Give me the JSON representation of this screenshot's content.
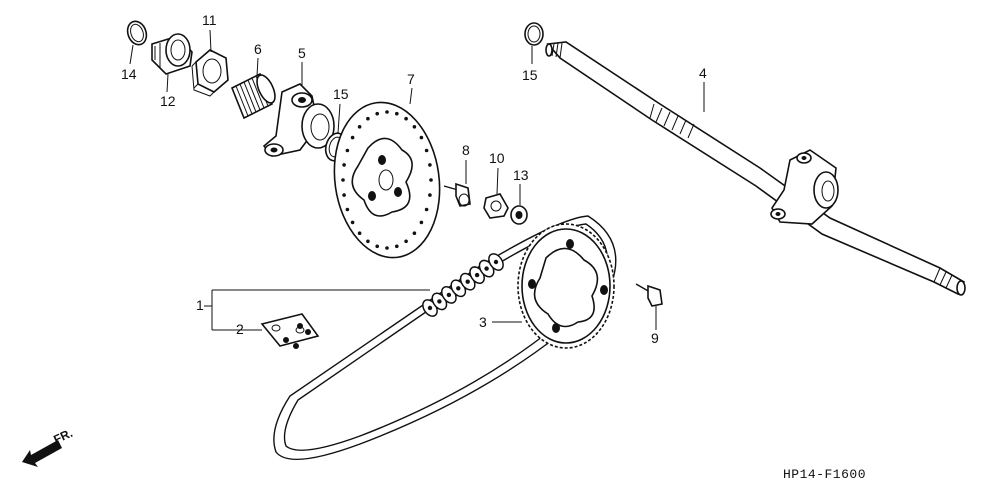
{
  "diagram": {
    "callouts": [
      {
        "id": "1",
        "label": "1"
      },
      {
        "id": "2",
        "label": "2"
      },
      {
        "id": "3",
        "label": "3"
      },
      {
        "id": "4",
        "label": "4"
      },
      {
        "id": "5",
        "label": "5"
      },
      {
        "id": "6",
        "label": "6"
      },
      {
        "id": "7",
        "label": "7"
      },
      {
        "id": "8",
        "label": "8"
      },
      {
        "id": "9",
        "label": "9"
      },
      {
        "id": "10",
        "label": "10"
      },
      {
        "id": "11",
        "label": "11"
      },
      {
        "id": "12",
        "label": "12"
      },
      {
        "id": "13",
        "label": "13"
      },
      {
        "id": "14",
        "label": "14"
      },
      {
        "id": "15a",
        "label": "15"
      },
      {
        "id": "15b",
        "label": "15"
      }
    ],
    "direction_label": "FR.",
    "drawing_code": "HP14-F1600"
  }
}
